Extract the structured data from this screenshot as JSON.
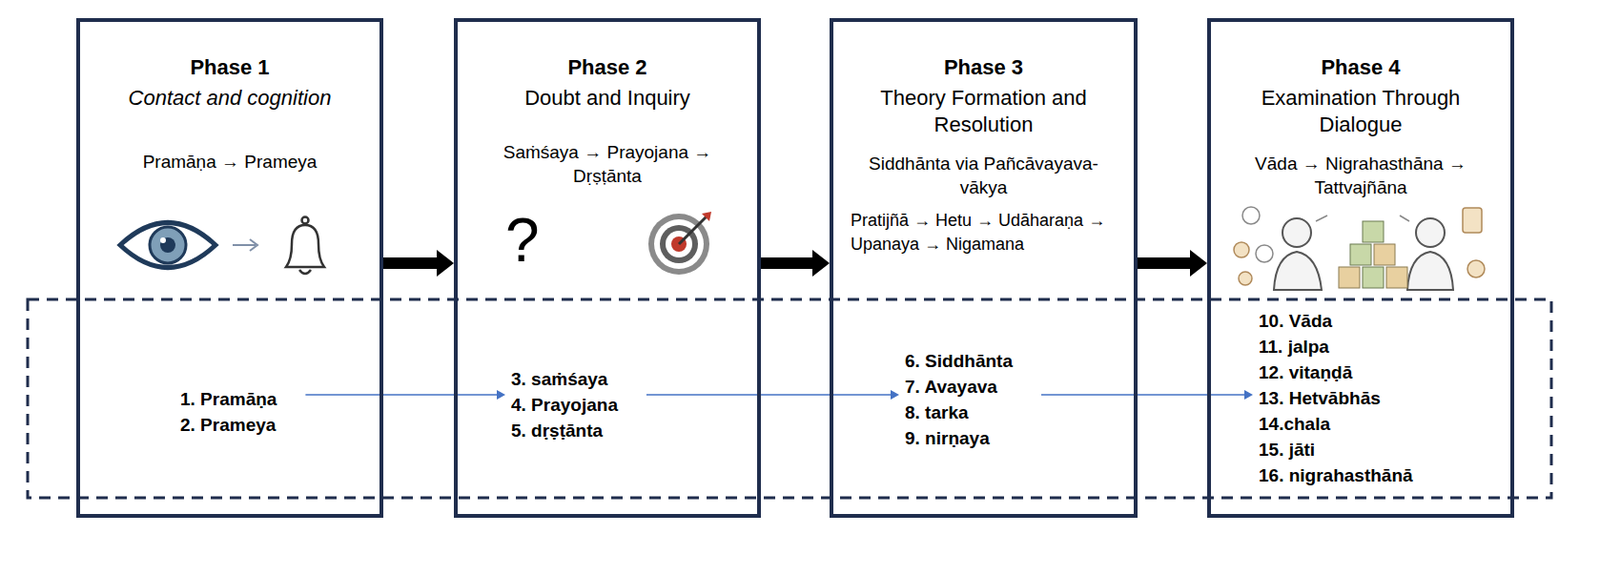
{
  "diagram": {
    "nodes": [
      {
        "text": [
          "Phase 1",
          "Contact and cognition",
          "Pramāṇa → Prameya"
        ]
      },
      {
        "text": [
          "1. Pramāṇa",
          "2. Prameya"
        ],
        "in": 0
      },
      {
        "text": [
          "Phase 2",
          "Doubt and Inquiry",
          "Saṁśaya → Prayojana → Dṛṣṭānta"
        ]
      },
      {
        "text": [
          "3. saṁśaya",
          "4. Prayojana",
          "5. dṛṣṭānta"
        ],
        "in": 2
      },
      {
        "text": [
          "Phase 3",
          "Theory Formation and Resolution",
          "Siddhānta via Pañcāvayava-vākya",
          "Pratijñā → Hetu → Udāharaṇa → Upanaya → Nigamana"
        ]
      },
      {
        "text": [
          "6. Siddhānta",
          "7. Avayava",
          "8. tarka",
          "9. nirṇaya"
        ],
        "in": 4
      },
      {
        "text": [
          "Phase 4",
          "Examination Through Dialogue",
          "Vāda → Nigrahasthāna → Tattvajñāna"
        ]
      },
      {
        "text": [
          "10. Vāda",
          "11. jalpa",
          "12. vitaṇḍā",
          "13. Hetvābhās",
          "14.chala",
          "15. jāti",
          "16. nigrahasthānā"
        ],
        "in": 6
      }
    ],
    "edges": [
      {
        "from": 0,
        "to": 2,
        "arrow": "to"
      },
      {
        "from": 2,
        "to": 4,
        "arrow": "to"
      },
      {
        "from": 4,
        "to": 6,
        "arrow": "to"
      },
      {
        "from": 1,
        "to": 3,
        "arrow": "to"
      },
      {
        "from": 3,
        "to": 5,
        "arrow": "to"
      },
      {
        "from": 5,
        "to": 7,
        "arrow": "to"
      }
    ],
    "labels": [
      "?"
    ]
  }
}
